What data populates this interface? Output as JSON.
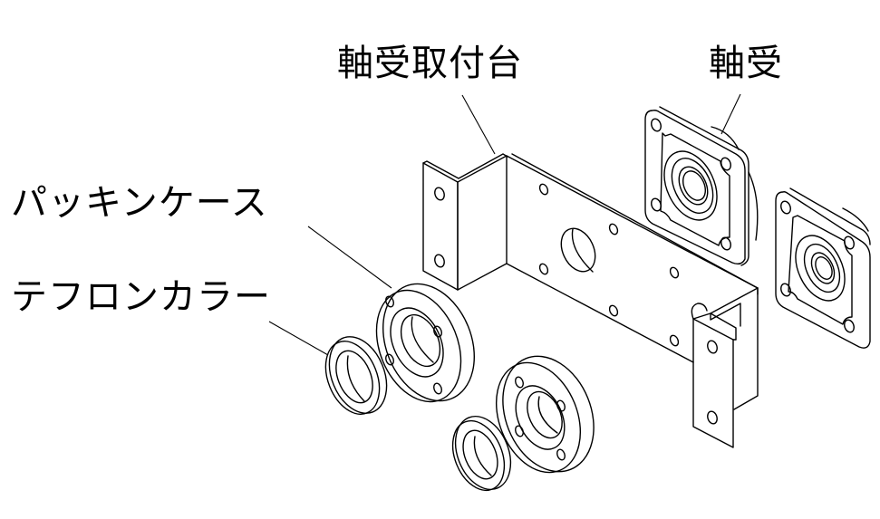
{
  "diagram": {
    "type": "exploded-assembly-drawing",
    "style": "black line art on white",
    "colors": {
      "line": "#000000",
      "background": "#ffffff"
    },
    "labels": {
      "bearing_bracket": "軸受取付台",
      "bearing": "軸受",
      "packing_case": "パッキンケース",
      "teflon_collar": "テフロンカラー"
    },
    "parts": [
      {
        "id": "bearing_bracket",
        "label": "軸受取付台",
        "count": 1
      },
      {
        "id": "bearing",
        "label": "軸受",
        "count": 2
      },
      {
        "id": "packing_case",
        "label": "パッキンケース",
        "count": 2
      },
      {
        "id": "teflon_collar",
        "label": "テフロンカラー",
        "count": 2
      }
    ]
  }
}
